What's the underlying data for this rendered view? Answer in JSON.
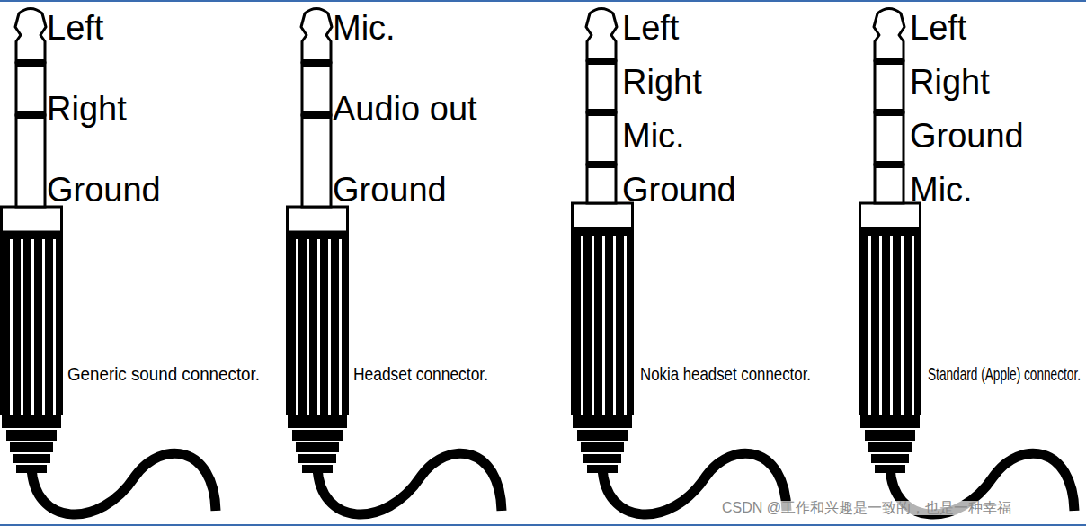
{
  "diagram": {
    "labels": [
      "Left",
      "Right",
      "Ground",
      "Generic sound connector.",
      "Mic.",
      "Audio out",
      "Ground",
      "Headset connector.",
      "Left",
      "Right",
      "Mic.",
      "Ground",
      "Nokia headset connector.",
      "Left",
      "Right",
      "Ground",
      "Mic.",
      "Standard (Apple) connector.",
      "CSDN @工作和兴趣是一致的，也是一种幸福"
    ]
  }
}
